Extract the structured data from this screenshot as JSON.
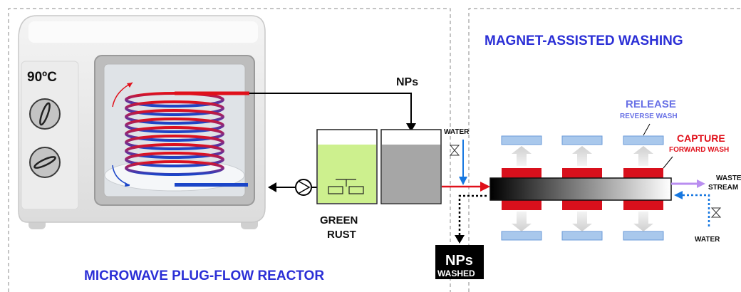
{
  "sections": {
    "left_title": "MICROWAVE PLUG-FLOW REACTOR",
    "right_title": "MAGNET-ASSISTED WASHING"
  },
  "oven": {
    "temperature": "90ºC"
  },
  "labels": {
    "nps_input": "NPs",
    "green_rust_line1": "GREEN",
    "green_rust_line2": "RUST",
    "water_top": "WATER",
    "water_bottom": "WATER",
    "release": "RELEASE",
    "reverse_wash": "REVERSE WASH",
    "capture": "CAPTURE",
    "forward_wash": "FORWARD WASH",
    "waste_line1": "WASTE",
    "waste_line2": "STREAM",
    "nps_out": "NPs",
    "washed": "WASHED"
  },
  "colors": {
    "title_blue": "#2b2fd6",
    "capture_red": "#e0101a",
    "release_blue": "#6a72e6",
    "magnet_red": "#d8101c",
    "magnet_blue": "#a9c8ec",
    "green_liquid": "#cdf08e",
    "grey_liquid": "#a6a6a6",
    "water_arrow": "#1677e0",
    "waste_arrow": "#b98ef0"
  }
}
